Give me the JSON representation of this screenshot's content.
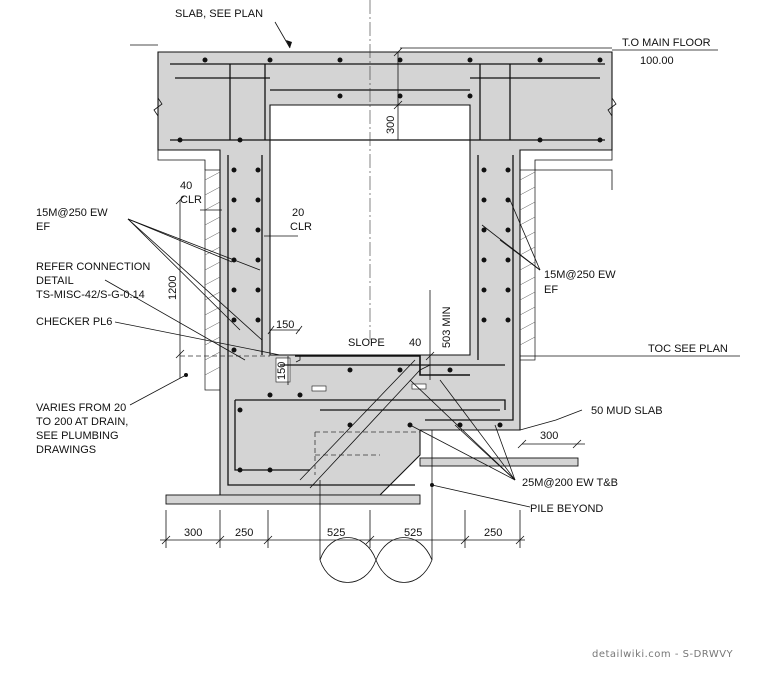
{
  "labels": {
    "slab_see_plan": "SLAB, SEE PLAN",
    "to_main_floor": "T.O MAIN FLOOR",
    "elev_100": "100.00",
    "dim_300_vert": "300",
    "clr40_a": "40",
    "clr40_b": "CLR",
    "clr20_a": "20",
    "clr20_b": "CLR",
    "rebar_left_a": "15M@250 EW",
    "rebar_left_b": "EF",
    "refer_a": "REFER CONNECTION",
    "refer_b": "DETAIL",
    "refer_c": "TS-MISC-42/S-G-0.14",
    "checker": "CHECKER PL6",
    "dim_1200": "1200",
    "dim_150_h": "150",
    "dim_150_v": "150",
    "slope": "SLOPE",
    "dim_40": "40",
    "dim_503": "503 MIN",
    "toc": "TOC SEE PLAN",
    "rebar_right_a": "15M@250 EW",
    "rebar_right_b": "EF",
    "varies_a": "VARIES FROM 20",
    "varies_b": "TO 200 AT DRAIN,",
    "varies_c": "SEE PLUMBING",
    "varies_d": "DRAWINGS",
    "mud_slab": "50 MUD SLAB",
    "dim_300_right": "300",
    "rebar_25m": "25M@200 EW T&B",
    "pile_beyond": "PILE BEYOND",
    "bottom_dims": [
      "300",
      "250",
      "525",
      "525",
      "250"
    ],
    "watermark": "detailwiki.com - S-DRWVY"
  }
}
